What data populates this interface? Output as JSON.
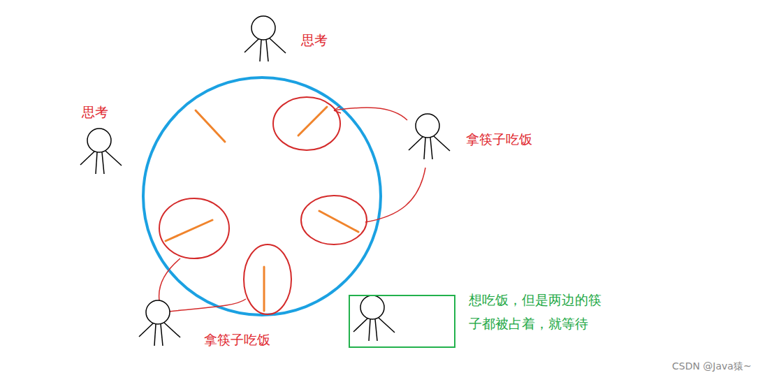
{
  "diagram": {
    "nodes": [
      {
        "text": [
          "想吃饭，但是两边的筷子都被占着，就等待"
        ]
      }
    ],
    "labels": [
      "思考",
      "思考",
      "拿筷子吃饭",
      "拿筷子吃饭",
      "CSDN @Java猿~"
    ]
  }
}
